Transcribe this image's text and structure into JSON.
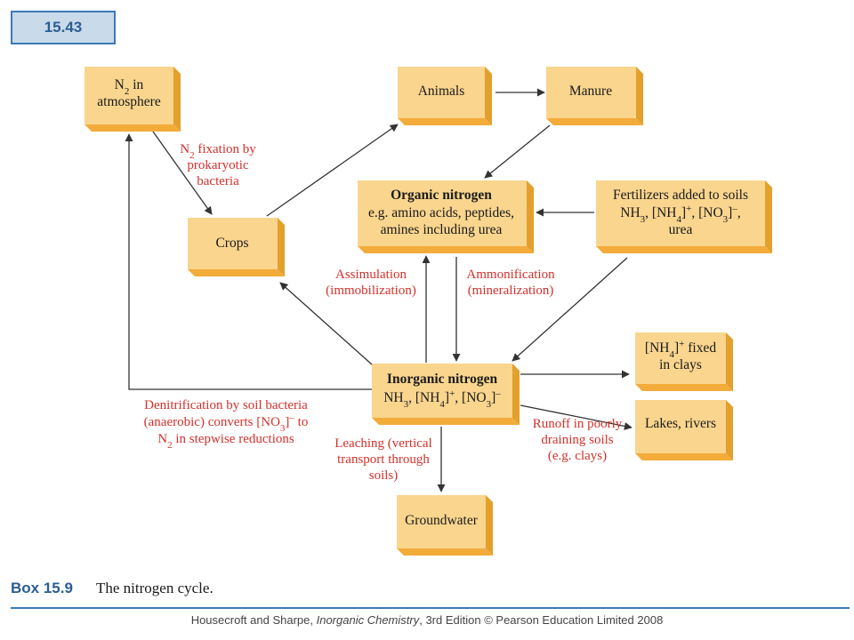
{
  "figure_number": "15.43",
  "nodes": {
    "n2_atmosphere": {
      "line1": "N",
      "line1_sub": "2",
      "line1_rest": " in",
      "line2": "atmosphere"
    },
    "animals": {
      "line1": "Animals"
    },
    "manure": {
      "line1": "Manure"
    },
    "organic_nitrogen": {
      "title": "Organic nitrogen",
      "line2": "e.g. amino acids, peptides,",
      "line3": "amines including urea"
    },
    "fertilizers": {
      "line1": "Fertilizers added to soils",
      "line2_a": "NH",
      "line2_a_sub": "3",
      "line2_b": ", [NH",
      "line2_b_sub": "4",
      "line2_c": "]",
      "line2_c_sup": "+",
      "line2_d": ", [NO",
      "line2_d_sub": "3",
      "line2_e": "]",
      "line2_e_sup": "–",
      "line2_f": ",",
      "line3": "urea"
    },
    "crops": {
      "line1": "Crops"
    },
    "inorganic_nitrogen": {
      "title": "Inorganic nitrogen",
      "line2_a": "NH",
      "line2_a_sub": "3",
      "line2_b": ", [NH",
      "line2_b_sub": "4",
      "line2_c": "]",
      "line2_c_sup": "+",
      "line2_d": ", [NO",
      "line2_d_sub": "3",
      "line2_e": "]",
      "line2_e_sup": "–"
    },
    "nh4_fixed": {
      "line1_a": "[NH",
      "line1_a_sub": "4",
      "line1_b": "]",
      "line1_b_sup": "+",
      "line1_c": " fixed",
      "line2": "in clays"
    },
    "lakes_rivers": {
      "line1": "Lakes, rivers"
    },
    "groundwater": {
      "line1": "Groundwater"
    }
  },
  "labels": {
    "n2_fixation": {
      "line1_a": "N",
      "line1_a_sub": "2",
      "line1_b": " fixation by",
      "line2": "prokaryotic",
      "line3": "bacteria"
    },
    "assimulation": {
      "line1": "Assimulation",
      "line2": "(immobilization)"
    },
    "ammonification": {
      "line1": "Ammonification",
      "line2": "(mineralization)"
    },
    "denitrification": {
      "line1": "Denitrification by soil bacteria",
      "line2_a": "(anaerobic) converts [NO",
      "line2_a_sub": "3",
      "line2_b": "]",
      "line2_b_sup": "–",
      "line2_c": " to",
      "line3_a": "N",
      "line3_a_sub": "2",
      "line3_b": " in stepwise reductions"
    },
    "leaching": {
      "line1": "Leaching (vertical",
      "line2": "transport through",
      "line3": "soils)"
    },
    "runoff": {
      "line1": "Runoff in poorly",
      "line2": "draining soils",
      "line3": "(e.g. clays)"
    }
  },
  "caption": {
    "label": "Box 15.9",
    "text": "The nitrogen cycle."
  },
  "footer": {
    "prefix": "Housecroft and Sharpe, ",
    "book": "Inorganic Chemistry",
    "suffix": ", 3rd Edition © Pearson Education Limited 2008"
  },
  "colors": {
    "node_fill": "#f9d58e",
    "node_shadow": "#e3a02c",
    "label_red": "#d2312c",
    "accent_blue": "#3c7ab8"
  }
}
